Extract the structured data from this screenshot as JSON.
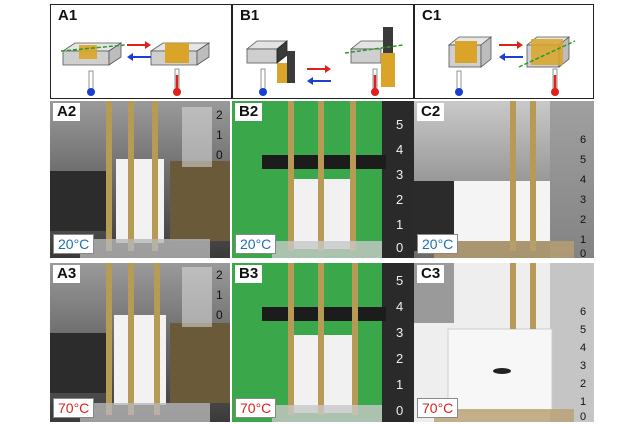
{
  "panels": {
    "A1": {
      "label": "A1"
    },
    "B1": {
      "label": "B1"
    },
    "C1": {
      "label": "C1"
    },
    "A2": {
      "label": "A2",
      "temperature": "20°C",
      "ticks": [
        "2",
        "1",
        "0"
      ]
    },
    "B2": {
      "label": "B2",
      "temperature": "20°C",
      "ticks": [
        "5",
        "4",
        "3",
        "2",
        "1",
        "0"
      ]
    },
    "C2": {
      "label": "C2",
      "temperature": "20°C",
      "ticks": [
        "6",
        "5",
        "4",
        "3",
        "2",
        "1",
        "0"
      ]
    },
    "A3": {
      "label": "A3",
      "temperature": "70°C",
      "ticks": [
        "2",
        "1",
        "0"
      ]
    },
    "B3": {
      "label": "B3",
      "temperature": "70°C",
      "ticks": [
        "5",
        "4",
        "3",
        "2",
        "1",
        "0"
      ]
    },
    "C3": {
      "label": "C3",
      "temperature": "70°C",
      "ticks": [
        "6",
        "5",
        "4",
        "3",
        "2",
        "1",
        "0"
      ]
    }
  },
  "colors": {
    "cold_label": "#1f6fb5",
    "hot_label": "#d9241c",
    "arrow_hot": "#e0201a",
    "arrow_cold": "#1a3fd1",
    "arrow_green": "#2a9a2a",
    "foam_yellow": "#d9a428",
    "green_background": "#3aa84a",
    "rod": "#b69a55"
  }
}
